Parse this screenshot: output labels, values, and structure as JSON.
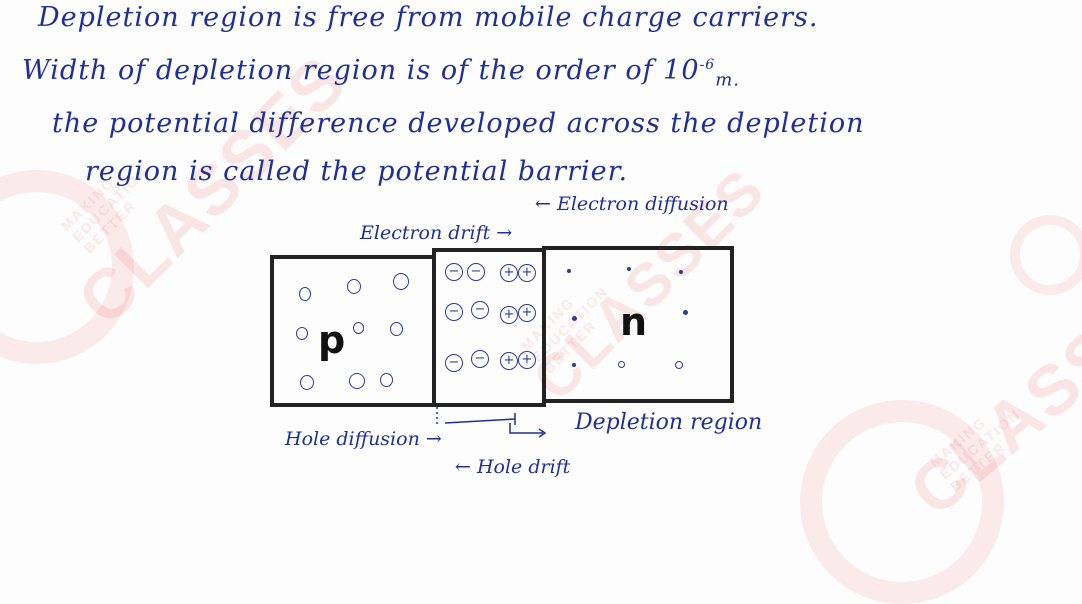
{
  "notes": {
    "lines": [
      "Depletion region is free from mobile charge carriers.",
      "Width of depletion region is of the order of 10",
      "the potential difference developed across the depletion",
      "region is called the potential barrier."
    ],
    "order_exponent": "-6",
    "order_unit": "m."
  },
  "diagram": {
    "labels": {
      "electron_drift": "Electron drift →",
      "electron_diffusion": "← Electron diffusion",
      "hole_diffusion": "Hole diffusion →",
      "hole_drift": "← Hole drift",
      "depletion_region": "Depletion region"
    },
    "regions": {
      "p_label": "p",
      "n_label": "n"
    },
    "ions": {
      "negative": "−",
      "positive": "+"
    }
  },
  "watermark": {
    "brand": "CLASSES",
    "tagline": "MAKING EDUCATION BETTER"
  },
  "colors": {
    "ink": "#1e2f9c",
    "box_border": "#222222",
    "watermark": "#eb4646"
  }
}
